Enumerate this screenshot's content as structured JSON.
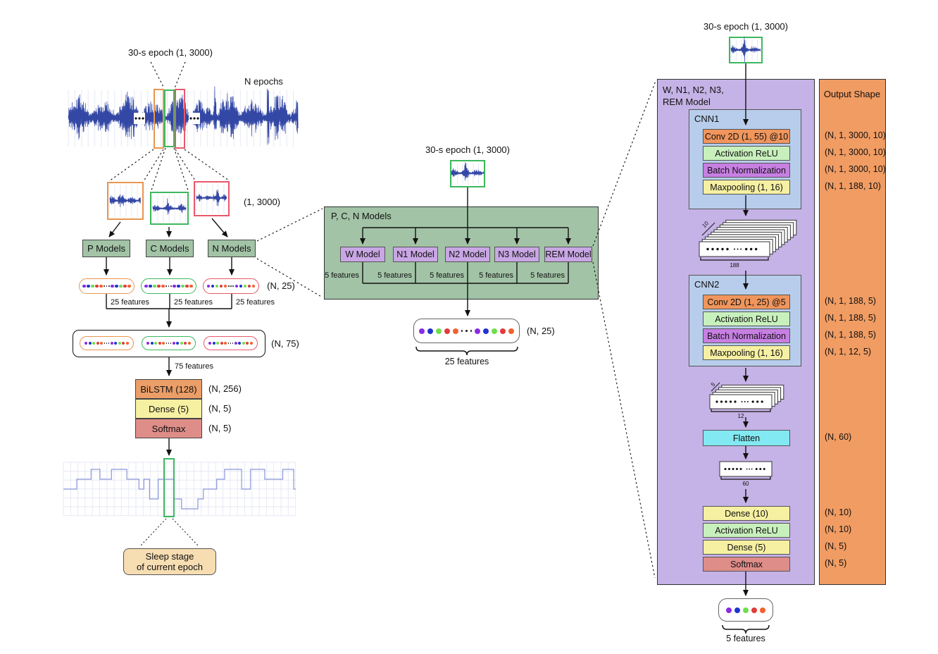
{
  "palette": {
    "signal_blue": "#3347a5",
    "hypnogram_blue": "#8b96d8",
    "grid_lavender": "#e7eaf6",
    "green_box": "#a2c3a6",
    "model_purple": "#c9a6e4",
    "container_purple": "#c5b2e6",
    "cnn_blue": "#b7cdeb",
    "conv_orange": "#f0955c",
    "relu_green": "#c8f0bc",
    "batchnorm_purple": "#c77fe2",
    "pool_dense_yellow": "#f6f0a2",
    "flatten_cyan": "#82e9f2",
    "softmax_red": "#de8d89",
    "bilstm_orange": "#eb9e68",
    "output_col_orange": "#f09c63",
    "sleep_stage_tan": "#f6ddb2",
    "pill_orange_border": "#e8954f",
    "pill_green_border": "#3cb85e",
    "pill_red_border": "#e8586a",
    "feature_dots": [
      "#8a2be2",
      "#2133cc",
      "#6ede4e",
      "#e23b3b",
      "#f2612e"
    ]
  },
  "left": {
    "epoch_label": "30-s epoch (1, 3000)",
    "n_epochs_label": "N epochs",
    "crop_shape_label": "(1, 3000)",
    "p_models_label": "P Models",
    "c_models_label": "C Models",
    "n_models_label": "N Models",
    "n25_label": "(N, 25)",
    "features25_label": "25 features",
    "n75_label": "(N, 75)",
    "features75_label": "75 features",
    "bilstm": {
      "label": "BiLSTM (128)",
      "shape": "(N, 256)"
    },
    "dense": {
      "label": "Dense (5)",
      "shape": "(N, 5)"
    },
    "softmax": {
      "label": "Softmax",
      "shape": "(N, 5)"
    },
    "sleep_stage_label": "Sleep stage\nof current epoch"
  },
  "middle": {
    "epoch_label": "30-s epoch (1, 3000)",
    "container_label": "P, C, N Models",
    "models": [
      {
        "label": "W Model"
      },
      {
        "label": "N1 Model"
      },
      {
        "label": "N2 Model"
      },
      {
        "label": "N3 Model"
      },
      {
        "label": "REM Model"
      }
    ],
    "features5_label": "5 features",
    "n25_label": "(N, 25)",
    "features25_label": "25 features"
  },
  "right": {
    "epoch_label": "30-s epoch (1, 3000)",
    "container_label": "W, N1, N2, N3,\nREM Model",
    "output_shape_header": "Output Shape",
    "cnn1": {
      "label": "CNN1",
      "layers": [
        {
          "label": "Conv 2D (1, 55) @10",
          "shape": "(N, 1, 3000, 10)"
        },
        {
          "label": "Activation ReLU",
          "shape": "(N, 1, 3000, 10)"
        },
        {
          "label": "Batch Normalization",
          "shape": "(N, 1, 3000, 10)"
        },
        {
          "label": "Maxpooling (1, 16)",
          "shape": "(N, 1, 188, 10)"
        }
      ]
    },
    "stack1": {
      "depth_label": "10",
      "width_label": "188"
    },
    "cnn2": {
      "label": "CNN2",
      "layers": [
        {
          "label": "Conv 2D (1, 25) @5",
          "shape": "(N, 1, 188, 5)"
        },
        {
          "label": "Activation ReLU",
          "shape": "(N, 1, 188, 5)"
        },
        {
          "label": "Batch Normalization",
          "shape": "(N, 1, 188, 5)"
        },
        {
          "label": "Maxpooling (1, 16)",
          "shape": "(N, 1, 12, 5)"
        }
      ]
    },
    "stack2": {
      "depth_label": "5",
      "width_label": "12"
    },
    "flatten": {
      "label": "Flatten",
      "shape": "(N, 60)"
    },
    "vector": {
      "width_label": "60"
    },
    "dense_layers": [
      {
        "label": "Dense (10)",
        "shape": "(N, 10)"
      },
      {
        "label": "Activation ReLU",
        "shape": "(N, 10)"
      },
      {
        "label": "Dense (5)",
        "shape": "(N, 5)"
      },
      {
        "label": "Softmax",
        "shape": "(N, 5)"
      }
    ],
    "features5_label": "5 features"
  }
}
